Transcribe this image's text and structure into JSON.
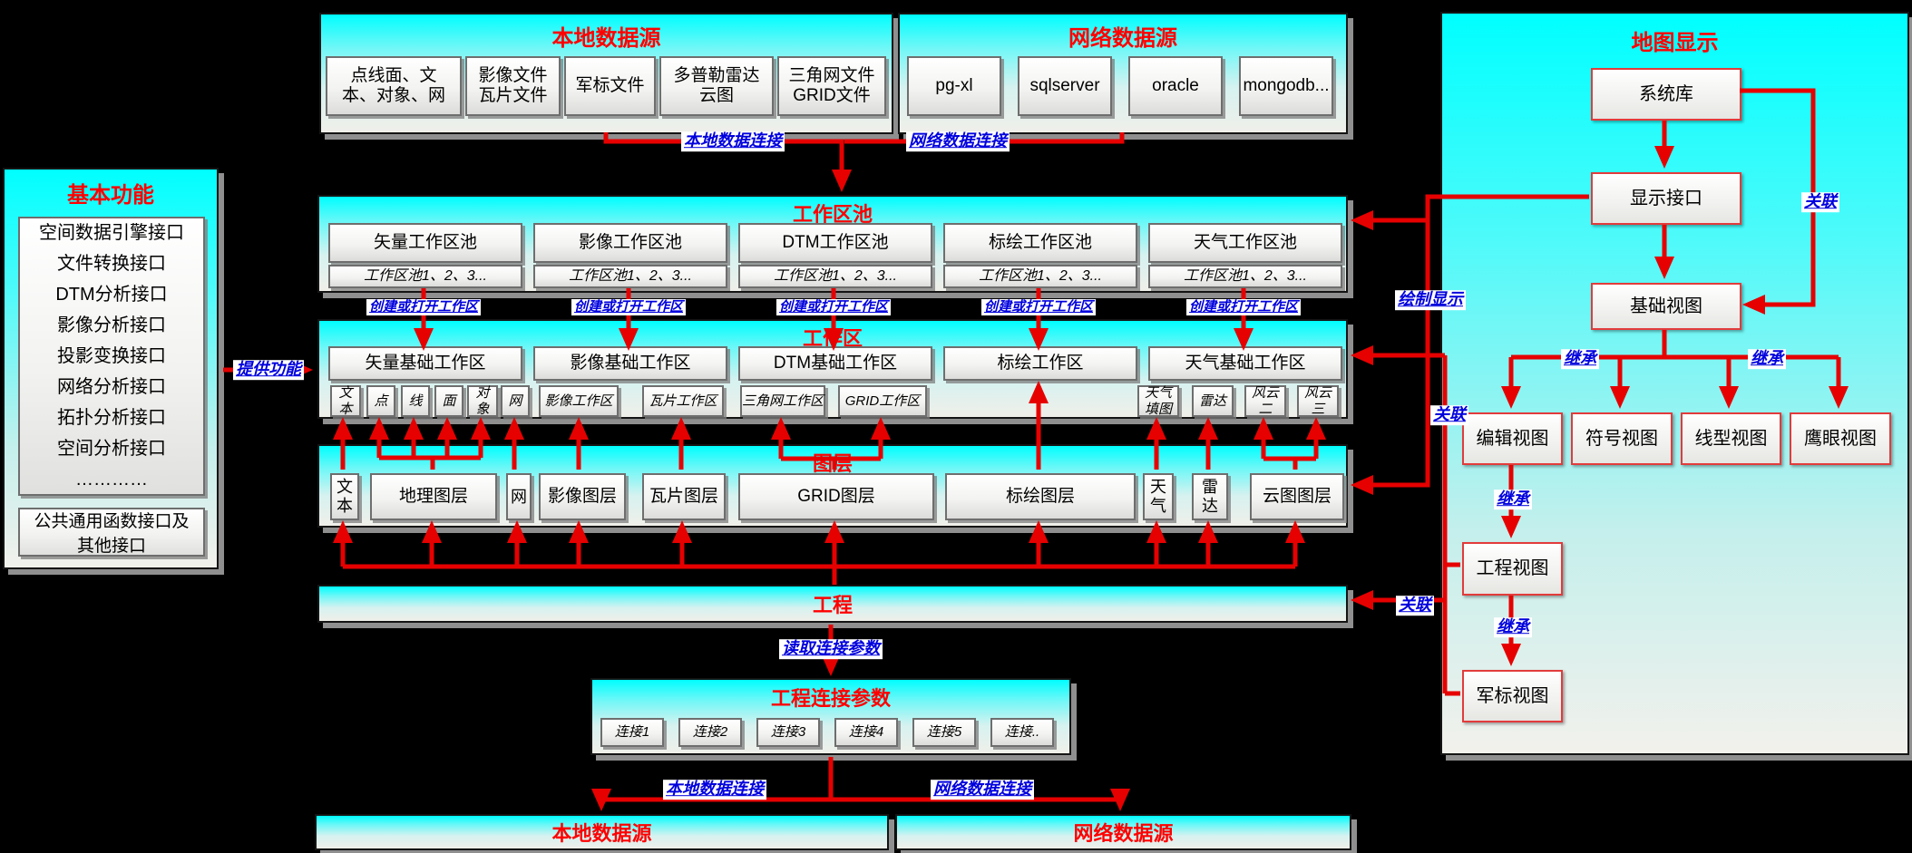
{
  "panels": {
    "local_source": {
      "title": "本地数据源",
      "boxes": [
        "点线面、文\n本、对象、网",
        "影像文件\n瓦片文件",
        "军标文件",
        "多普勒雷达\n云图",
        "三角网文件\nGRID文件"
      ]
    },
    "network_source": {
      "title": "网络数据源",
      "boxes": [
        "pg-xl",
        "sqlserver",
        "oracle",
        "mongodb..."
      ]
    },
    "basic": {
      "title": "基本功能",
      "interfaces": "空间数据引擎接口\n文件转换接口\nDTM分析接口\n影像分析接口\n投影变换接口\n网络分析接口\n拓扑分析接口\n空间分析接口\n…………",
      "common": "公共通用函数接口及\n其他接口"
    },
    "pool": {
      "title": "工作区池",
      "row1": [
        "矢量工作区池",
        "影像工作区池",
        "DTM工作区池",
        "标绘工作区池",
        "天气工作区池"
      ],
      "row2_label": "工作区池1、2、3..."
    },
    "workspace": {
      "title": "工作区",
      "row1": [
        "矢量基础工作区",
        "影像基础工作区",
        "DTM基础工作区",
        "标绘工作区",
        "天气基础工作区"
      ],
      "small": [
        "文\n本",
        "点",
        "线",
        "面",
        "对\n象",
        "网",
        "影像工作区",
        "瓦片工作区",
        "三角网工作区",
        "GRID工作区",
        "天气\n填图",
        "雷达",
        "风云\n二",
        "风云\n三"
      ]
    },
    "layers": {
      "title": "图层",
      "boxes": [
        "文\n本",
        "地理图层",
        "网",
        "影像图层",
        "瓦片图层",
        "GRID图层",
        "标绘图层",
        "天\n气",
        "雷\n达",
        "云图图层"
      ]
    },
    "project": {
      "title": "工程"
    },
    "conn_params": {
      "title": "工程连接参数",
      "boxes": [
        "连接1",
        "连接2",
        "连接3",
        "连接4",
        "连接5",
        "连接.."
      ]
    },
    "bottom_local": {
      "title": "本地数据源"
    },
    "bottom_network": {
      "title": "网络数据源"
    },
    "map": {
      "title": "地图显示",
      "nodes": {
        "system_lib": "系统库",
        "display_if": "显示接口",
        "base_view": "基础视图",
        "edit_view": "编辑视图",
        "symbol_view": "符号视图",
        "line_view": "线型视图",
        "eagle_view": "鹰眼视图",
        "project_view": "工程视图",
        "military_view": "军标视图"
      }
    }
  },
  "labels": {
    "provide": "提供功能",
    "local_link": "本地数据连接",
    "network_link": "网络数据连接",
    "create_open": "创建或打开工作区",
    "draw": "绘制显示",
    "assoc": "关联",
    "inherit": "继承",
    "read_params": "读取连接参数"
  },
  "colors": {
    "arrow_red": "#e60000",
    "title_red": "#ff0000",
    "label_blue": "#0000dd",
    "panel_cyan": "#00ffff"
  }
}
